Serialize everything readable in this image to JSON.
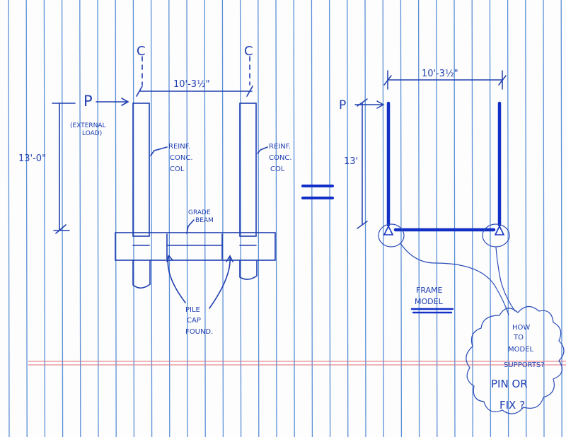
{
  "colors": {
    "paper": "#fdfdfd",
    "rule": "#5b8fd6",
    "margin_line": "#e0707a",
    "ink": "#1f3fb0",
    "ink_bold": "#1230c8"
  },
  "left_sketch": {
    "centerline_left": "C",
    "centerline_right": "C",
    "load_label": "P",
    "load_note_line1": "(EXTERNAL",
    "load_note_line2": "LOAD)",
    "span_dim": "10'-3½\"",
    "height_dim": "13'-0\"",
    "left_col_label_l1": "REINF.",
    "left_col_label_l2": "CONC.",
    "left_col_label_l3": "COL",
    "right_col_label_l1": "REINF.",
    "right_col_label_l2": "CONC.",
    "right_col_label_l3": "COL",
    "grade_beam_l1": "GRADE",
    "grade_beam_l2": "BEAM",
    "pile_cap_l1": "PILE",
    "pile_cap_l2": "CAP",
    "pile_cap_l3": "FOUND."
  },
  "equals_sign": "=",
  "right_sketch": {
    "load_label": "P",
    "span_dim": "10'-3½\"",
    "height_dim": "13'",
    "frame_label_l1": "FRAME",
    "frame_label_l2": "MODEL"
  },
  "callout": {
    "line1": "HOW",
    "line2": "TO",
    "line3": "MODEL",
    "line4": "SUPPORTS?",
    "line5": "PIN OR",
    "line6": "FIX ?"
  }
}
